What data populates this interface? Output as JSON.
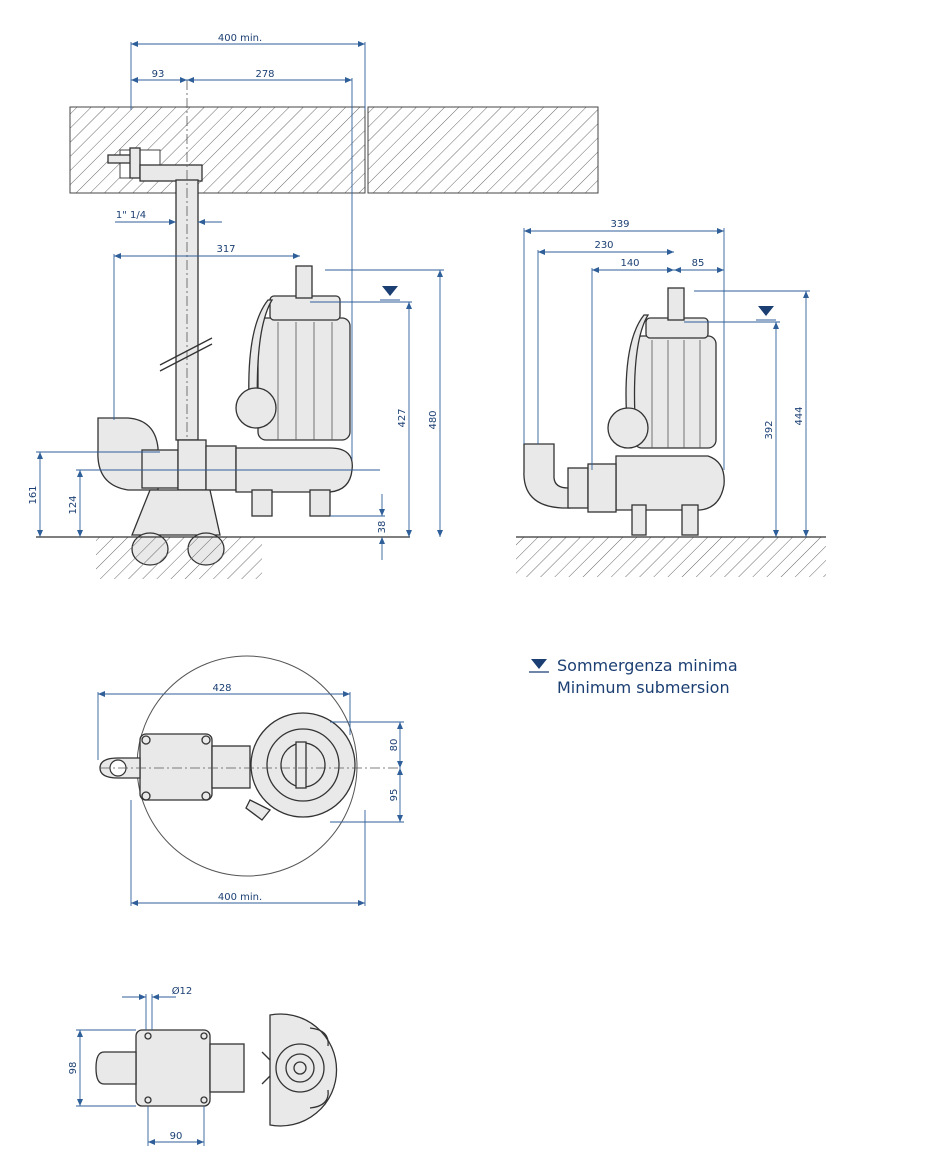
{
  "dimensions": {
    "side_view": {
      "d400min": "400 min.",
      "d93": "93",
      "d278": "278",
      "thread": "1\" 1/4",
      "d317": "317",
      "d427": "427",
      "d480": "480",
      "d161": "161",
      "d124": "124",
      "d38": "38"
    },
    "front_view": {
      "d339": "339",
      "d230": "230",
      "d140": "140",
      "d85": "85",
      "d392": "392",
      "d444": "444"
    },
    "top_view": {
      "d428": "428",
      "d80": "80",
      "d95": "95",
      "d400min": "400 min."
    },
    "base_view": {
      "d12": "Ø12",
      "d98": "98",
      "d90": "90"
    }
  },
  "legend": {
    "line1": "Sommergenza minima",
    "line2": "Minimum submersion"
  },
  "colors": {
    "dimension_text": "#1b3f73",
    "dimension_line": "#2f5f99",
    "outline": "#333333"
  }
}
